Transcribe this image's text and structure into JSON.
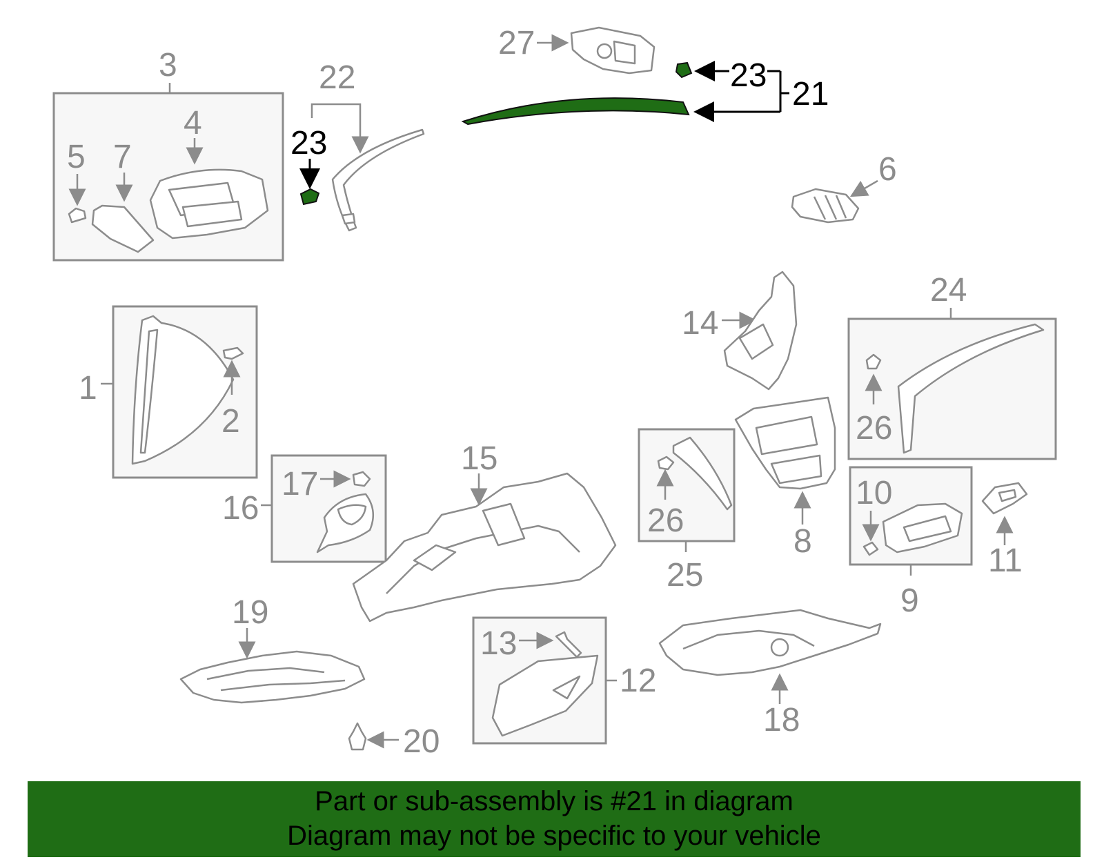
{
  "labels": {
    "l1": "1",
    "l2": "2",
    "l3": "3",
    "l4": "4",
    "l5": "5",
    "l6": "6",
    "l7": "7",
    "l8": "8",
    "l9": "9",
    "l10": "10",
    "l11": "11",
    "l12": "12",
    "l13": "13",
    "l14": "14",
    "l15": "15",
    "l16": "16",
    "l17": "17",
    "l18": "18",
    "l19": "19",
    "l20": "20",
    "l21": "21",
    "l22": "22",
    "l23a": "23",
    "l23b": "23",
    "l24": "24",
    "l25": "25",
    "l26a": "26",
    "l26b": "26",
    "l27": "27"
  },
  "highlighted_part": "21",
  "colors": {
    "banner": "#1f6d15",
    "highlight": "#1f6d15",
    "part_line": "#8c8c8c"
  },
  "footer": {
    "line1": "Part or sub-assembly is #21 in diagram",
    "line2": "Diagram may not be specific to your vehicle"
  }
}
